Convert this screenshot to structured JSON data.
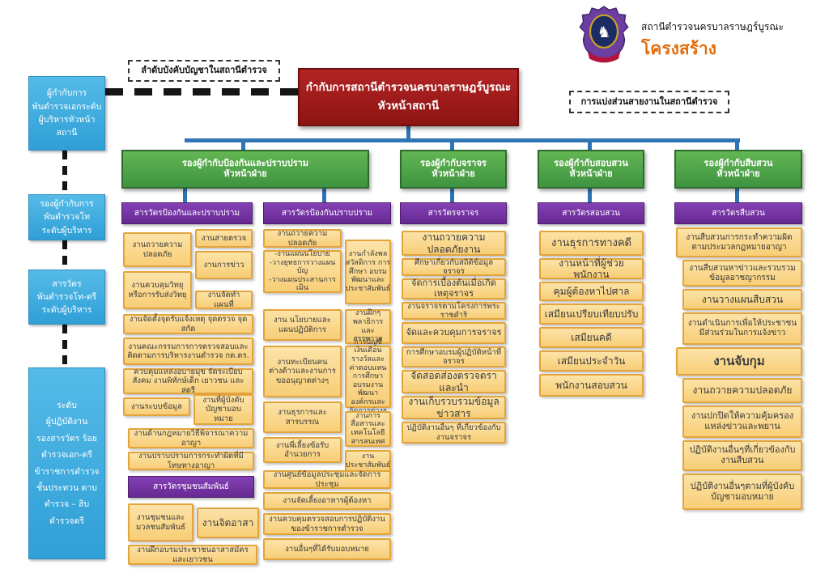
{
  "brand": {
    "station_name": "สถานีตำรวจนครบาลราษฎร์บูรณะ",
    "chart_title": "โครงสร้าง",
    "logo": "police-crest"
  },
  "annotations": {
    "chain_of_command": "ลำดับบังคับบัญชาในสถานีตำรวจ",
    "division_of_lines": "การแบ่งส่วนสายงานในสถานีตำรวจ"
  },
  "root_node": "กำกับการสถานีตำรวจนครบาลราษฎร์บูรณะ\nหัวหน้าสถานี",
  "rank_levels": [
    "ผู้กำกับการ\nพันตำรวจเอกระดับ\nผู้บริหารหัวหน้า\nสถานี",
    "รองผู้กำกับการ\nพันตำรวจโท\nระดับผู้บริหาร",
    "สารวัตร\nพันตำรวจโท-ตรี\nระดับผู้บริหาร",
    "ระดับ\nผู้ปฏิบัติงาน\nรองสารวัตร ร้อย\nตำรวจเอก-ตรี\nข้าราชการตำรวจ\nชั้นประทวน ดาบ\nตำรวจ – สิบ\nตำรวจตรี"
  ],
  "deputies": [
    "รองผู้กำกับป้องกันและปราบปราม\nหัวหน้าฝ่าย",
    "รองผู้กำกับจราจร\nหัวหน้าฝ่าย",
    "รองผู้กำกับสอบสวน\nหัวหน้าฝ่าย",
    "รองผู้กำกับสืบสวน\nหัวหน้าฝ่าย"
  ],
  "columns": [
    {
      "header": "สารวัตรป้องกันและปราบปราม",
      "items": [
        "งานถวายความปลอดภัย",
        "งานสายตรวจ",
        "งานการข่าว",
        "งานควบคุมวิทยุหรือการรับส่งวิทยุ",
        "งานจัดทำแผนที่",
        "งานจัดตั้งจุดรับแจ้งเหตุ จุดตรวจ จุดสกัด",
        "งานคณะกรรมการการตรวจสอบและติดตามการบริหารงานตำรวจ กต.ตร.",
        "ควบคุมแหล่งอบายมุข จัดระเบียบสังคม งานพิทักษ์เด็ก เยาวชน และสตรี",
        "งานระบบข้อมูล",
        "งานที่ผู้บังคับบัญชามอบหมาย",
        "งานด้านกฎหมายวิธีพิจารณาความอาญา",
        "งานปราบปรามการกระทำผิดที่มีโทษทางอาญา"
      ],
      "sub_header": "สารวัตรชุมชนสัมพันธ์",
      "sub_items": [
        "งานชุมชนและมวลชนสัมพันธ์",
        "งานจิตอาสา",
        "งานฝึกอบรมประชาชนอาสาสมัคร และเยาวชน"
      ]
    },
    {
      "header": "สารวัตรป้องกันปราบปราม",
      "items": [
        "งานถวายความปลอดภัย",
        "-งานแผนนโยบาย\n-วางยุทธการวางแผนบัญ\n-วางแผนประสานการเมิน",
        "งานกำลังพล สวัสดิการ การศึกษา อบรม พัฒนาและประชาสัมพันธ์",
        "งาน นโยบายและแผนปฏิบัติการ",
        "งานฝึกๆ พลาธิการและสรรพาวุธ",
        "งานทะเบียนคนต่างด้าวและงานการขออนุญาตต่างๆ",
        "การบัญชีเงินเดือนรางวัลและค่าตอบแทน การศึกษา อบรมงานพัฒนาองค์กรและจัดการต่างๆ",
        "งานธุรการและสารบรรณ",
        "งานการสื่อสารและเทคโนโลยีสารสนเทศ",
        "งานพี่เลี้ยงข้อรับอำนวยการ",
        "งานประชาสัมพันธ์",
        "งานศูนย์ข้อมูลประชุมและจัดการประชุม",
        "งานจัดเลี้ยงอาหารผู้ต้องหา",
        "งานควบคุมตรวจสอบการปฏิบัติงานของข้าราชการตำรวจ",
        "งานอื่นๆที่ได้รับมอบหมาย"
      ]
    },
    {
      "header": "สารวัตรจราจร",
      "items": [
        "งานถวายความปลอดภัยงาน",
        "ศึกษาเกี่ยวกับสถิติข้อมูลจราจร",
        "จัดการเบื้องต้นเมื่อเกิดเหตุจราจร",
        "งานจราจรตามโครงการพระราชดำริ",
        "จัดและควบคุมการจราจร",
        "การศึกษาอบรมผู้ปฏิบัติหน้าที่จราจร",
        "จัดสอดส่องตรวจตราและนำ",
        "งานเก็บรวบรวมข้อมูล ข่าวสาร",
        "ปฏิบัติงานอื่นๆ ที่เกี่ยวข้องกับงานจราจร"
      ]
    },
    {
      "header": "สารวัตรสอบสวน",
      "items": [
        "งานธุรการทางคดี",
        "งานหน้าที่ผู้ช่วยพนักงาน",
        "คุมผู้ต้องหาไปศาล",
        "เสมียนเปรียบเทียบปรับ",
        "เสมียนคดี",
        "เสมียนประจำวัน",
        "พนักงานสอบสวน"
      ]
    },
    {
      "header": "สารวัตรสืบสวน",
      "items": [
        "งานสืบสวนการกระทำความผิดตามประมวลกฎหมายอาญา",
        "งานสืบสวนหาข่าวและรวบรวมข้อมูลอาชญากรรม",
        "งานวางแผนสืบสวน",
        "งานดำเนินการเพื่อให้ประชาชนมีส่วนร่วมในการแจ้งข่าว",
        "งานจับกุม",
        "งานถวายความปลอดภัย",
        "งานปกปิดให้ความคุ้มครองแหล่งข่าวและพยาน",
        "ปฏิบัติงานอื่นๆที่เกี่ยวข้องกับงานสืบสวน",
        "ปฏิบัติงานอื่นๆตามที่ผู้บังคับบัญชามอบหมาย"
      ]
    }
  ],
  "colors": {
    "chief_red": "#9E1B1B",
    "deputy_green": "#4BA349",
    "section_purple": "#7030A0",
    "task_yellow": "#FBD98B",
    "task_border": "#E3A43B",
    "rank_blue": "#41ABDE",
    "connector_blue": "#2E75B6",
    "title_orange": "#E36C0A"
  }
}
